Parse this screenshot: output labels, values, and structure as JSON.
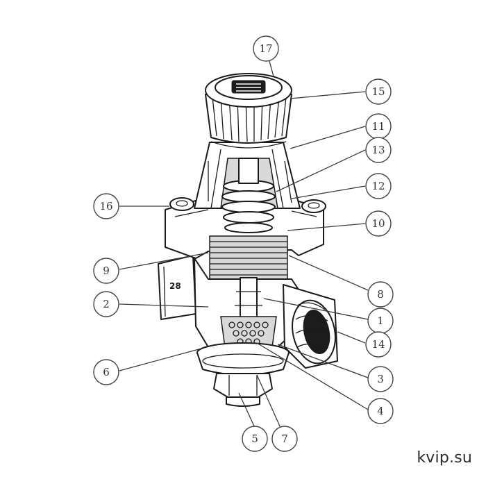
{
  "diagram": {
    "callouts": [
      {
        "id": "17",
        "label": "17"
      },
      {
        "id": "15",
        "label": "15"
      },
      {
        "id": "11",
        "label": "11"
      },
      {
        "id": "13",
        "label": "13"
      },
      {
        "id": "12",
        "label": "12"
      },
      {
        "id": "16",
        "label": "16"
      },
      {
        "id": "10",
        "label": "10"
      },
      {
        "id": "9",
        "label": "9"
      },
      {
        "id": "8",
        "label": "8"
      },
      {
        "id": "2",
        "label": "2"
      },
      {
        "id": "1",
        "label": "1"
      },
      {
        "id": "14",
        "label": "14"
      },
      {
        "id": "6",
        "label": "6"
      },
      {
        "id": "3",
        "label": "3"
      },
      {
        "id": "4",
        "label": "4"
      },
      {
        "id": "5",
        "label": "5"
      },
      {
        "id": "7",
        "label": "7"
      }
    ],
    "body_marking": "28"
  },
  "watermark": "kvip.su"
}
